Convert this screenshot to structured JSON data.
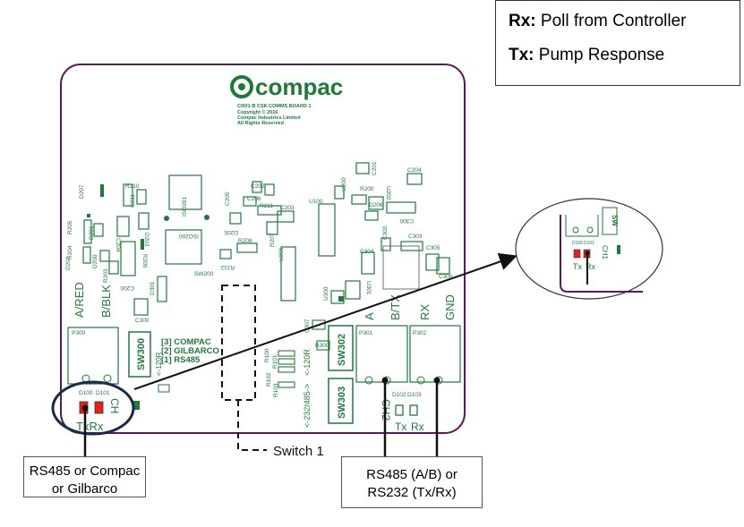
{
  "legend": {
    "rx_key": "Rx:",
    "rx_text": "Poll from Controller",
    "tx_key": "Tx:",
    "tx_text": "Pump Response"
  },
  "board": {
    "brand": "compac",
    "title_line1": "CI501-B CSK COMMS BOARD 1",
    "title_line2": "Copyright © 2016",
    "title_line3": "Compac Industries Limited",
    "title_line4": "All Rights Reserved",
    "outline_color": "#5a1a5a",
    "silk_color": "#1f7a3a",
    "led_color": "#e2231a"
  },
  "components": {
    "r210": "R210",
    "c211": "C211",
    "d207": "D207",
    "r205": "R205",
    "d203": "D203",
    "r204": "R204",
    "d201": "D201",
    "c204": "C204",
    "r209": "R209",
    "d202": "D202",
    "d200": "D200",
    "r203": "R203",
    "c200": "C200",
    "d301": "D301",
    "iso201": "ISO201",
    "iso200": "ISO200",
    "sw200": "SW200",
    "c205": "C205",
    "c202": "C202",
    "c206": "C206",
    "d205": "D205",
    "r208": "R208",
    "r212": "R212",
    "r211": "R211",
    "c203": "C203",
    "r207": "R207",
    "u201": "U201",
    "u100": "U100",
    "u200": "U200",
    "r200": "R200",
    "u202": "U202",
    "d206": "D206",
    "c300b": "C300",
    "c201": "C201",
    "c204b": "C204",
    "c304": "C304",
    "c302": "C302",
    "c303": "C303",
    "c305": "C305",
    "c306": "C306",
    "u300": "U300",
    "u301": "U301",
    "a_red": "A/RED",
    "b_blk": "B/BLK",
    "c300": "C300",
    "p300": "P300",
    "sw300": "SW300",
    "lt120r": "<-120R",
    "opt3": "[3] COMPAC",
    "opt2": "[2] GILBARCO",
    "opt1": "[1] RS485",
    "d100": "D100",
    "d101": "D101",
    "ch": "CH",
    "txrx_left": "TxRx",
    "c307": "C307",
    "r300": "R300",
    "r100": "R100",
    "r101": "R101",
    "r102": "R102",
    "r103": "R103",
    "lt120r_2": "<-120R",
    "rs232_485": "<-232/485->",
    "sw302": "SW302",
    "sw303": "SW303",
    "a": "A",
    "b_tx": "B/TX",
    "rx": "RX",
    "gnd": "GND",
    "p301": "P301",
    "p302": "P302",
    "ch2": "CH2",
    "d102": "D102",
    "d103": "D103",
    "tx": "Tx",
    "rx2": "Rx"
  },
  "zoom": {
    "sw": "SW",
    "d100": "D100",
    "d101": "D101",
    "ch1": "CH1",
    "tx": "Tx",
    "rx": "Rx"
  },
  "callouts": {
    "switch": "Switch 1",
    "left_line1": "RS485 or Compac",
    "left_line2": "or Gilbarco",
    "right_line1": "RS485 (A/B) or",
    "right_line2": "RS232 (Tx/Rx)"
  }
}
